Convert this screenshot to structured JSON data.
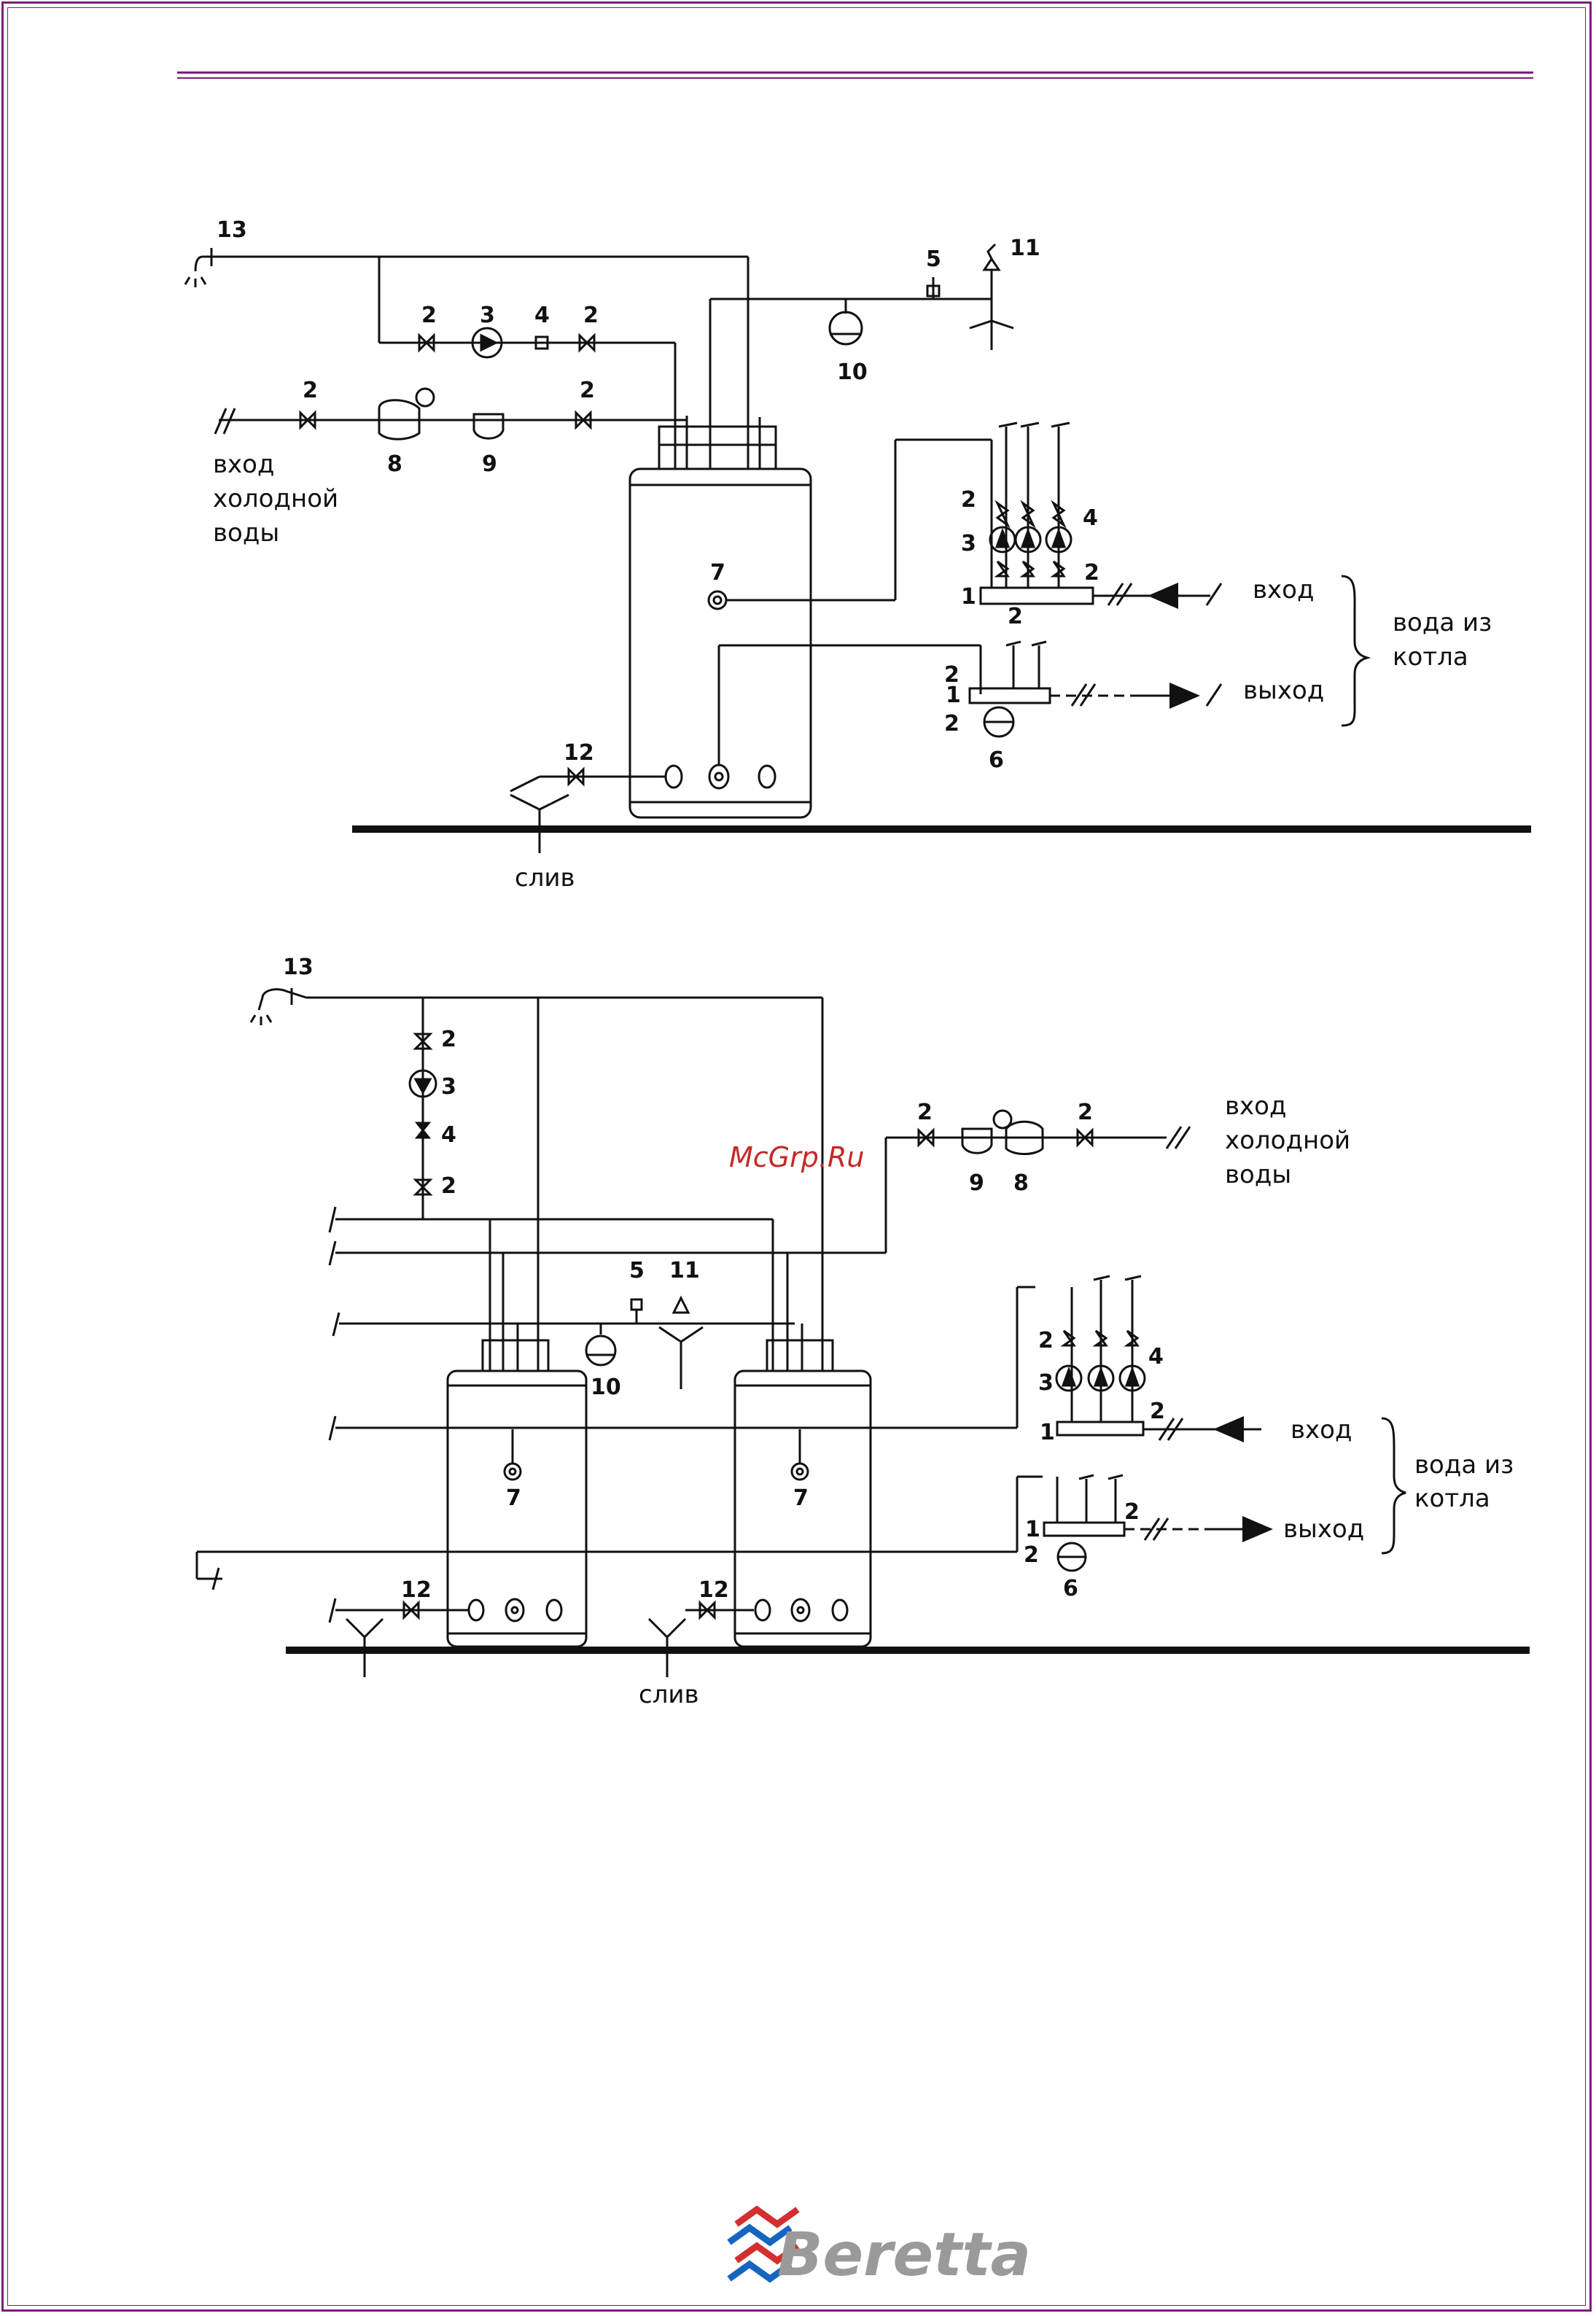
{
  "diagram1": {
    "labels": {
      "n13": "13",
      "n11": "11",
      "n5": "5",
      "n10": "10",
      "n2a": "2",
      "n3": "3",
      "n4": "4",
      "n2b": "2",
      "n2c": "2",
      "n8": "8",
      "n9": "9",
      "n2d": "2",
      "n7": "7",
      "n12": "12",
      "m2top": "2",
      "m3": "3",
      "m4": "4",
      "m2right": "2",
      "m1": "1",
      "m2under": "2",
      "o2": "2",
      "o1": "1",
      "o2b": "2",
      "o6": "6",
      "cold_in": [
        "вход",
        "холодной",
        "воды"
      ],
      "inlet": "вход",
      "outlet": "выход",
      "boiler_water": [
        "вода из",
        "котла"
      ],
      "drain": "слив"
    }
  },
  "diagram2": {
    "labels": {
      "n13": "13",
      "n2a": "2",
      "n3": "3",
      "n4": "4",
      "n2b": "2",
      "n2c": "2",
      "n9": "9",
      "n8": "8",
      "n2d": "2",
      "n5": "5",
      "n11": "11",
      "n10": "10",
      "n7a": "7",
      "n7b": "7",
      "n12a": "12",
      "n12b": "12",
      "m2top": "2",
      "m3": "3",
      "m4": "4",
      "m2right": "2",
      "m1": "1",
      "o1": "1",
      "o2": "2",
      "o2b": "2",
      "o6": "6",
      "cold_in": [
        "вход",
        "холодной",
        "воды"
      ],
      "inlet": "вход",
      "outlet": "выход",
      "boiler_water": [
        "вода из",
        "котла"
      ],
      "drain": "слив"
    }
  },
  "watermark": "McGrp.Ru",
  "brand": "Beretta",
  "colors": {
    "frame": "#7a1f7a",
    "ink": "#111111",
    "watermark": "#c62828",
    "brand_grey": "#9a9a9a",
    "logo_red": "#d32f2f",
    "logo_blue": "#1565c0"
  }
}
